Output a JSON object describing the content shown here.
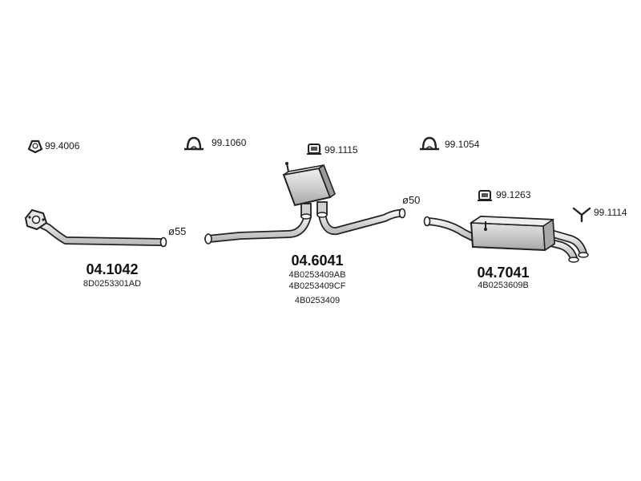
{
  "accessories": [
    {
      "ref": "99.4006",
      "icon": "gasket-ring-icon"
    },
    {
      "ref": "99.1060",
      "icon": "pipe-clamp-icon"
    },
    {
      "ref": "99.1115",
      "icon": "rubber-hanger-icon"
    },
    {
      "ref": "99.1054",
      "icon": "pipe-clamp-icon"
    },
    {
      "ref": "99.1263",
      "icon": "rubber-hanger-icon"
    },
    {
      "ref": "99.1114",
      "icon": "mounting-bracket-icon"
    }
  ],
  "parts": [
    {
      "number": "04.1042",
      "oem": [
        "8D0253301AD"
      ],
      "diameter": "ø55",
      "component": "front-pipe"
    },
    {
      "number": "04.6041",
      "oem": [
        "4B0253409AB",
        "4B0253409CF",
        "4B0253409"
      ],
      "diameter": "ø50",
      "component": "center-silencer"
    },
    {
      "number": "04.7041",
      "oem": [
        "4B0253609B"
      ],
      "component": "rear-silencer"
    }
  ],
  "colors": {
    "line": "#222222",
    "fill_light": "#d9d9d9",
    "fill_mid": "#b8b8b8",
    "background": "#ffffff"
  }
}
